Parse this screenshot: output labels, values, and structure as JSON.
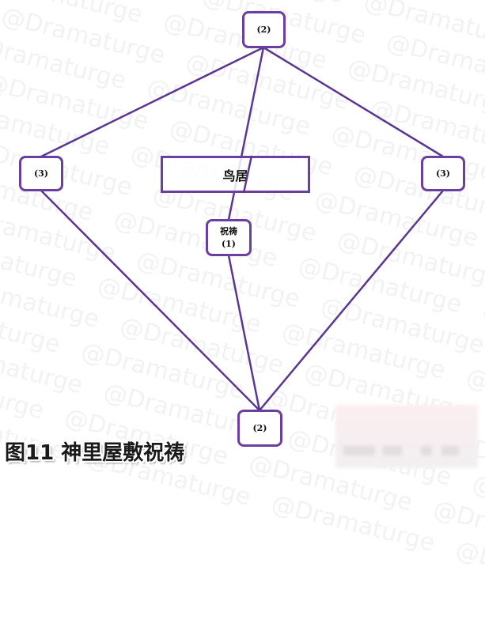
{
  "watermark": {
    "text": "@Dramaturge"
  },
  "diagram": {
    "nodes": {
      "top": {
        "label": "(2)"
      },
      "left": {
        "label": "(3)"
      },
      "right": {
        "label": "(3)"
      },
      "bottom": {
        "label": "(2)"
      },
      "prayer": {
        "title": "祝祷",
        "label": "(1)"
      }
    },
    "torii": {
      "label": "鸟居"
    },
    "colors": {
      "edge": "#5b3794",
      "node_border": "#6b3fa0"
    }
  },
  "caption": {
    "text": "图11 神里屋敷祝祷"
  }
}
